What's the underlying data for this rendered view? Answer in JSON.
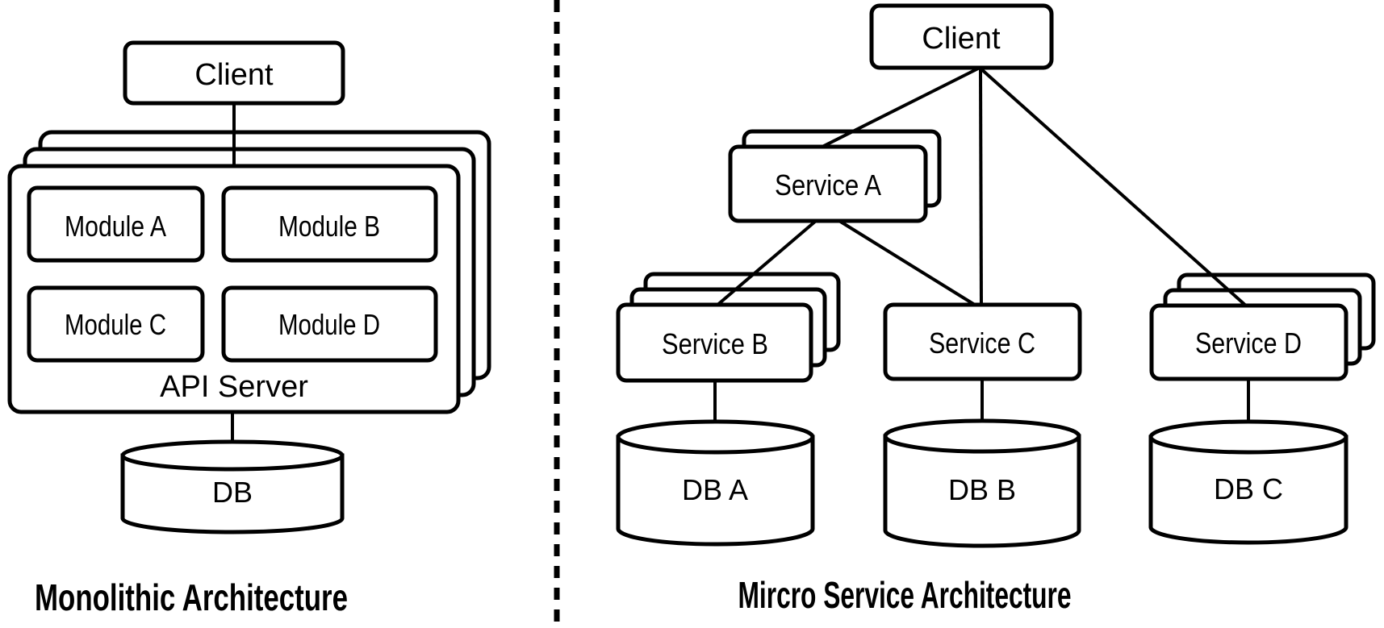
{
  "left_panel": {
    "title": "Monolithic Architecture",
    "client_label": "Client",
    "modules": [
      "Module A",
      "Module B",
      "Module C",
      "Module D"
    ],
    "server_label": "API Server",
    "db_label": "DB"
  },
  "right_panel": {
    "title": "Mircro Service Architecture",
    "client_label": "Client",
    "services": [
      "Service A",
      "Service B",
      "Service C",
      "Service D"
    ],
    "databases": [
      "DB A",
      "DB B",
      "DB C"
    ]
  },
  "colors": {
    "stroke": "#000000",
    "background": "#ffffff"
  }
}
